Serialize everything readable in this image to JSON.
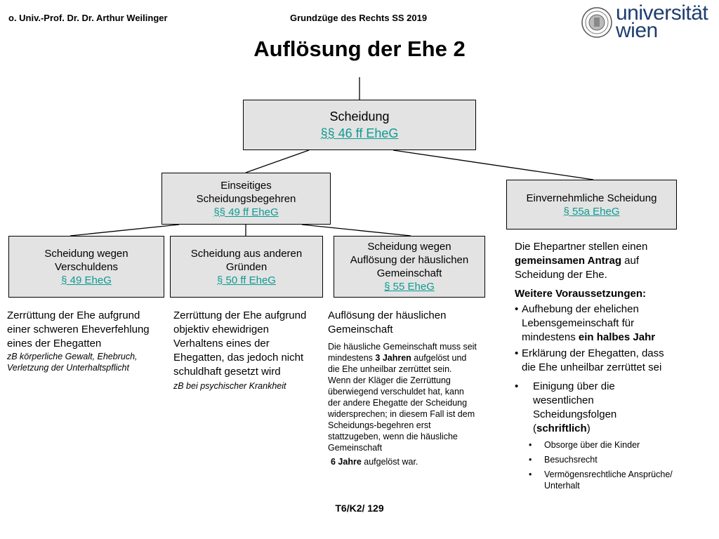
{
  "header": {
    "left": "o. Univ.-Prof. Dr. Dr. Arthur Weilinger",
    "center": "Grundzüge des Rechts SS 2019",
    "logo_line1": "universität",
    "logo_line2": "wien",
    "brand_color": "#1e3d6f"
  },
  "title": "Auflösung der Ehe 2",
  "boxes": {
    "scheidung": {
      "label": "Scheidung",
      "ref": "§§ 46 ff EheG"
    },
    "einseitig": {
      "line1": "Einseitiges",
      "line2": "Scheidungsbegehren",
      "ref": "§§ 49 ff EheG"
    },
    "einvernehmlich": {
      "label": "Einvernehmliche Scheidung",
      "ref": "§ 55a EheG"
    },
    "verschulden": {
      "line1": "Scheidung wegen",
      "line2": "Verschuldens",
      "ref": "§ 49 EheG"
    },
    "andere": {
      "line1": "Scheidung aus anderen",
      "line2": "Gründen",
      "ref": "§ 50 ff EheG"
    },
    "aufloesung": {
      "line1": "Scheidung wegen",
      "line2": "Auflösung der häuslichen",
      "line3": "Gemeinschaft",
      "ref": "§ 55 EheG"
    }
  },
  "col1": {
    "text": "Zerrüttung der Ehe aufgrund einer schweren Eheverfehlung eines der Ehegatten",
    "example": "zB körperliche Gewalt, Ehebruch, Verletzung der Unterhaltspflicht"
  },
  "col2": {
    "text": "Zerrüttung der Ehe aufgrund objektiv ehewidrigen Verhaltens eines der Ehegatten, das jedoch nicht schuldhaft gesetzt wird",
    "example": "zB bei psychischer Krankheit"
  },
  "col3": {
    "heading": "Auflösung der häuslichen Gemeinschaft",
    "p1_a": "Die häusliche Gemeinschaft muss seit mindestens ",
    "p1_b": "3 Jahren",
    "p1_c": " aufgelöst und die Ehe unheilbar zerrüttet sein.",
    "p2": "Wenn der Kläger die Zerrüttung überwiegend verschuldet hat, kann der andere Ehegatte der Scheidung widersprechen; in diesem Fall ist dem Scheidungs-begehren erst stattzugeben, wenn die häusliche Gemeinschaft",
    "p3_a": "6 Jahre",
    "p3_b": " aufgelöst war."
  },
  "col4": {
    "intro_a": "Die Ehepartner stellen einen ",
    "intro_b": "gemeinsamen Antrag",
    "intro_c": " auf Scheidung der Ehe.",
    "heading": "Weitere Voraussetzungen:",
    "b1_a": "Aufhebung der ehelichen Lebensgemeinschaft für mindestens ",
    "b1_b": "ein halbes Jahr",
    "b2": "Erklärung der Ehegatten, dass die Ehe unheilbar zerrüttet sei",
    "b3_a": "Einigung über die wesentlichen Scheidungsfolgen (",
    "b3_b": "schriftlich",
    "b3_c": ")",
    "sub": [
      "Obsorge über die Kinder",
      "Besuchsrecht",
      "Vermögensrechtliche Ansprüche/ Unterhalt"
    ]
  },
  "footer": "T6/K2/ 129",
  "colors": {
    "box_fill": "#e3e3e3",
    "link": "#0d9a92"
  }
}
